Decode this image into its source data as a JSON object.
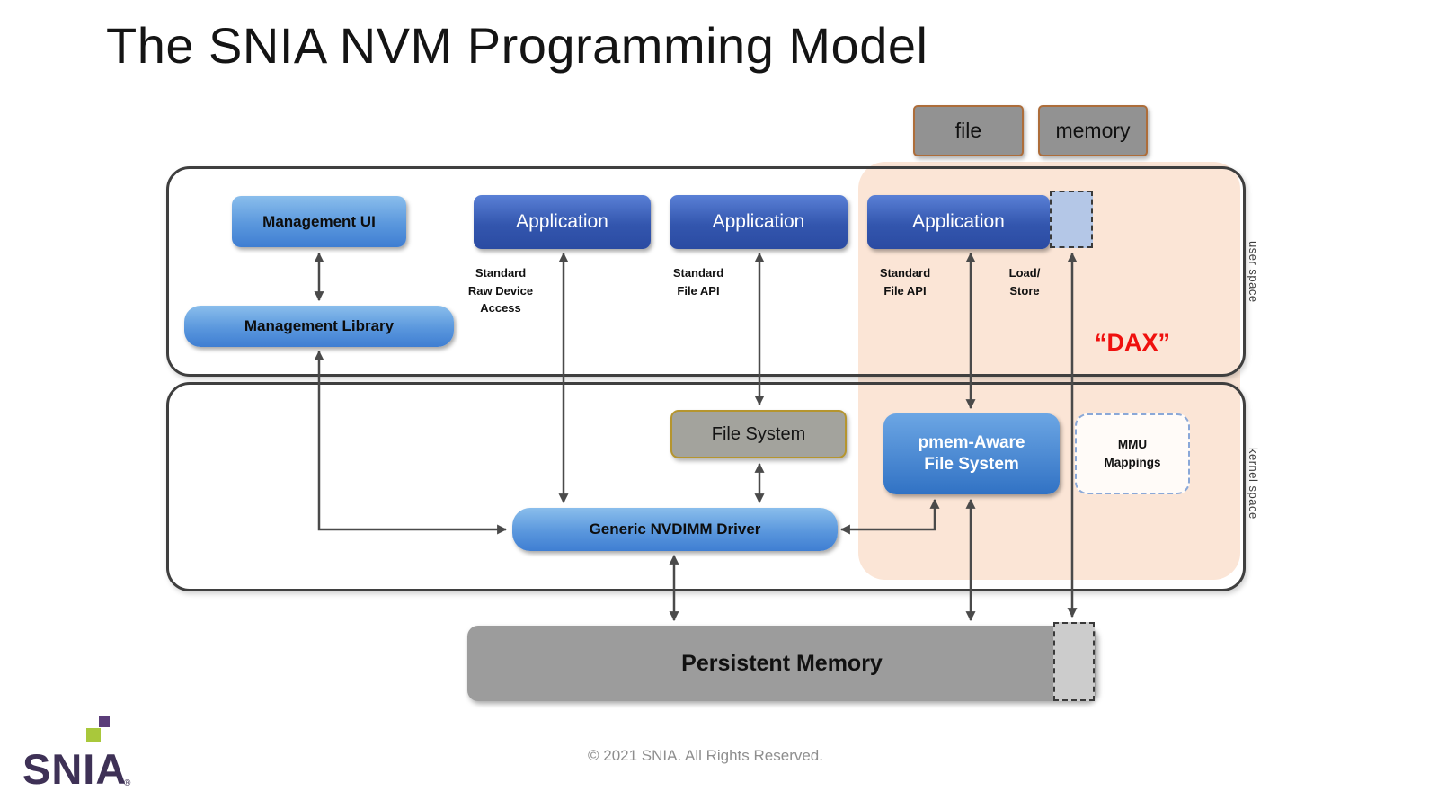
{
  "title": "The SNIA NVM Programming Model",
  "legend": {
    "file": "file",
    "memory": "memory"
  },
  "spaces": {
    "user": "user space",
    "kernel": "kernel space"
  },
  "dax_label": "“DAX”",
  "boxes": {
    "management_ui": "Management UI",
    "management_library": "Management Library",
    "application1": "Application",
    "application2": "Application",
    "application3": "Application",
    "file_system": "File System",
    "pmem_fs": "pmem-Aware\nFile System",
    "mmu_mappings": "MMU\nMappings",
    "nvdimm_driver": "Generic NVDIMM Driver",
    "persistent_memory": "Persistent Memory"
  },
  "edge_labels": {
    "raw_device": "Standard\nRaw Device\nAccess",
    "file_api_2": "Standard\nFile API",
    "file_api_3": "Standard\nFile API",
    "load_store": "Load/\nStore"
  },
  "footer": {
    "copyright": "© 2021 SNIA. All Rights Reserved."
  },
  "logo": {
    "text": "SNIA",
    "registered": "®"
  },
  "colors": {
    "app_blue": "#2b4ba2",
    "light_blue": "#5a97dd",
    "dax_region": "#fbe5d6",
    "dax_text": "#ef100e",
    "gray_box": "#9c9c9c",
    "dashed_blue": "#b4c7e7",
    "arrow": "#4a4a4a"
  }
}
